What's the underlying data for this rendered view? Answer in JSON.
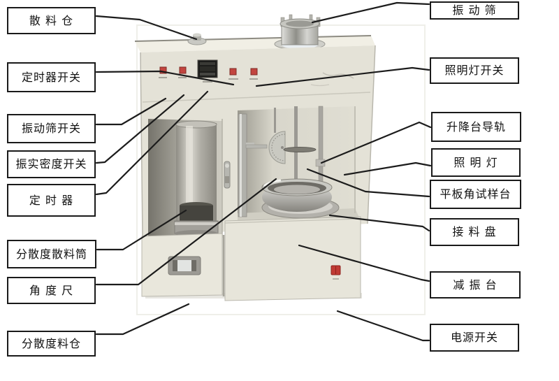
{
  "figure": {
    "type": "labeled-equipment-photo-diagram",
    "background": "#ffffff"
  },
  "colors": {
    "leader_line": "#1c1c1c",
    "box_border": "#1a1a1a",
    "label_text": "#111111",
    "machine_body": "#e6e4d9",
    "machine_roof": "#f1efe5",
    "button_red": "#c2453f",
    "switch_red": "#c03a34",
    "display_black": "#1d1d1b"
  },
  "labels": {
    "left": [
      {
        "id": "bulk-hopper",
        "text": "散 料 仓"
      },
      {
        "id": "timer-switch",
        "text": "定时器开关"
      },
      {
        "id": "sieve-switch",
        "text": "振动筛开关"
      },
      {
        "id": "tap-density-switch",
        "text": "振实密度开关"
      },
      {
        "id": "timer",
        "text": "定 时 器"
      },
      {
        "id": "dispersion-cylinder",
        "text": "分散度散料筒"
      },
      {
        "id": "angle-ruler",
        "text": "角 度 尺"
      },
      {
        "id": "dispersion-hopper",
        "text": "分散度料仓"
      }
    ],
    "right": [
      {
        "id": "vibrating-sieve",
        "text": "振 动 筛"
      },
      {
        "id": "lamp-switch",
        "text": "照明灯开关"
      },
      {
        "id": "lift-rail",
        "text": "升降台导轨"
      },
      {
        "id": "lamp",
        "text": "照 明 灯"
      },
      {
        "id": "plate-sample-stage",
        "text": "平板角试样台"
      },
      {
        "id": "receiving-tray",
        "text": "接 料 盘"
      },
      {
        "id": "damping-platform",
        "text": "减 振 台"
      },
      {
        "id": "power-switch",
        "text": "电源开关"
      }
    ]
  }
}
